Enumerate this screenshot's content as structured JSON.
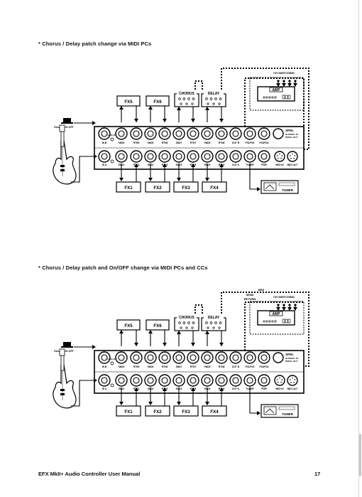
{
  "sections": [
    {
      "caption": "* Chorus / Delay patch change via MIDI PCs",
      "fx_top": [
        "FX5",
        "FX6"
      ],
      "fx_bottom": [
        "FX1",
        "FX2",
        "FX3",
        "FX4"
      ],
      "pedals": [
        "CHORUS",
        "DELAY"
      ],
      "amp_label": "AMP",
      "ch_switching": "CH SWITCHING",
      "tuner_label": "TUNER",
      "ground_lift": "Ground Lift OFF",
      "xpdl": "XPDL",
      "top_jacks": [
        "IN B",
        "SND5",
        "RTN5",
        "SND6",
        "RTN6",
        "SND7",
        "RTN7",
        "SND8",
        "RTN8",
        "OUT B",
        "FS1/FS2",
        "FS3/FS4"
      ],
      "bottom_jacks": [
        "IN A",
        "SND1",
        "RTN1",
        "SND2",
        "RTN2",
        "SND3",
        "RTN3",
        "SND4",
        "RTN4",
        "OUT A",
        "TUNER",
        "PWR",
        "MIDI IN",
        "MIDI OUT"
      ],
      "midi_labels": []
    },
    {
      "caption": "* Chorus / Delay patch and On/OFF change via MIDI PCs and CCs",
      "fx_top": [
        "FX5",
        "FX6"
      ],
      "fx_bottom": [
        "FX1",
        "FX2",
        "FX3",
        "FX4"
      ],
      "pedals": [
        "CHORUS",
        "DELAY"
      ],
      "amp_label": "AMP",
      "ch_switching": "CH SWITCHING",
      "tuner_label": "TUNER",
      "ground_lift": "Ground Lift OFF",
      "xpdl": "XPDL",
      "top_jacks": [
        "IN B",
        "SND5",
        "RTN5",
        "SND6",
        "RTN6",
        "SND7",
        "RTN7",
        "SND8",
        "RTN8",
        "OUT B",
        "FS1/FS2",
        "FS3/FS4"
      ],
      "bottom_jacks": [
        "IN A",
        "SND1",
        "RTN1",
        "SND2",
        "RTN2",
        "SND3",
        "RTN3",
        "SND4",
        "RTN4",
        "OUT A",
        "TUNER",
        "PWR",
        "MIDI IN",
        "MIDI OUT"
      ],
      "midi_labels": [
        "MIDI",
        "SEND",
        "RETURN"
      ]
    }
  ],
  "footer": {
    "title": "EFX MkII+ Audio Controller User Manual",
    "page_number": "17"
  }
}
